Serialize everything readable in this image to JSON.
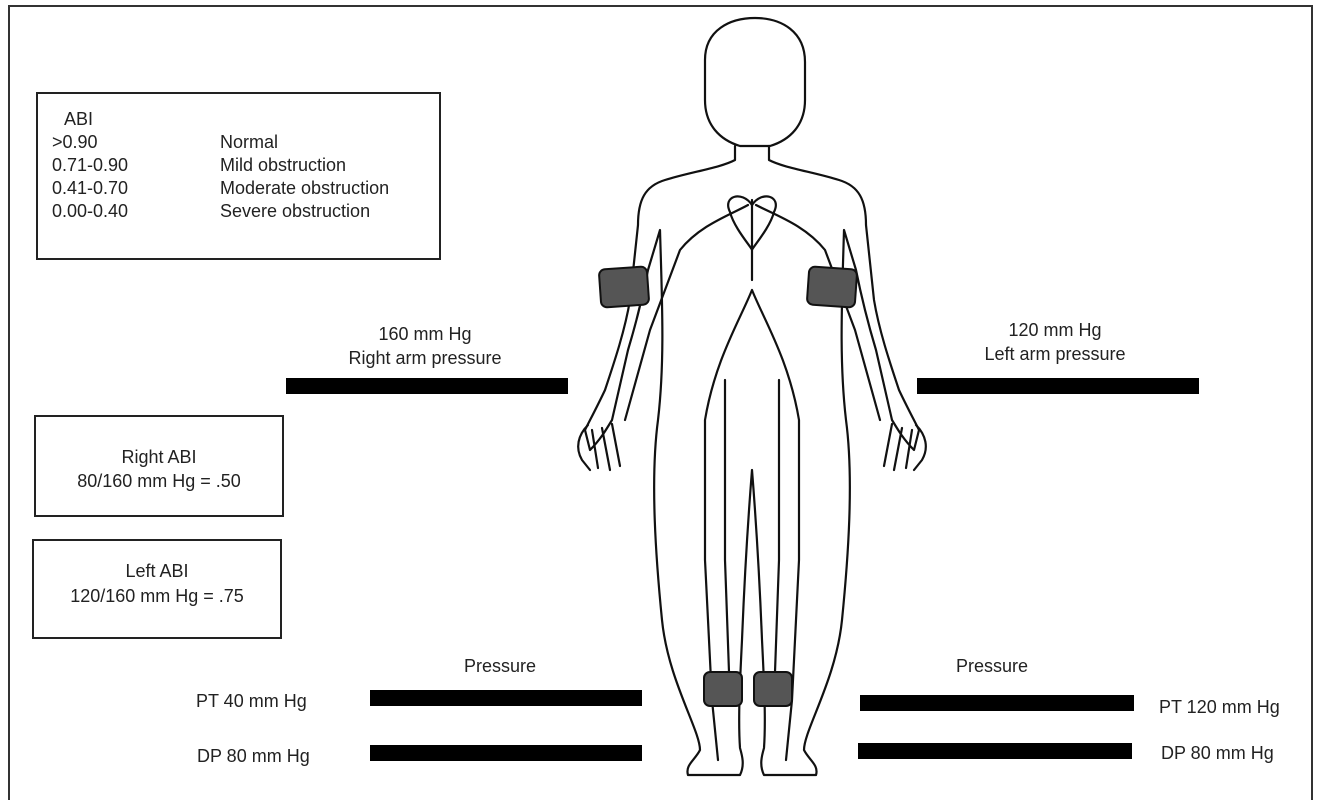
{
  "abi_table": {
    "title": "ABI",
    "rows": [
      {
        "range": ">0.90",
        "meaning": "Normal"
      },
      {
        "range": "0.71-0.90",
        "meaning": "Mild obstruction"
      },
      {
        "range": "0.41-0.70",
        "meaning": "Moderate obstruction"
      },
      {
        "range": "0.00-0.40",
        "meaning": "Severe obstruction"
      }
    ]
  },
  "right_abi": {
    "title": "Right ABI",
    "formula": "80/160 mm Hg = .50"
  },
  "left_abi": {
    "title": "Left ABI",
    "formula": "120/160 mm Hg = .75"
  },
  "right_arm": {
    "value": "160 mm Hg",
    "label": "Right arm pressure"
  },
  "left_arm": {
    "value": "120 mm Hg",
    "label": "Left arm pressure"
  },
  "right_leg": {
    "heading": "Pressure",
    "pt": "PT 40 mm Hg",
    "dp": "DP 80 mm Hg"
  },
  "left_leg": {
    "heading": "Pressure",
    "pt": "PT 120 mm Hg",
    "dp": "DP 80 mm Hg"
  }
}
